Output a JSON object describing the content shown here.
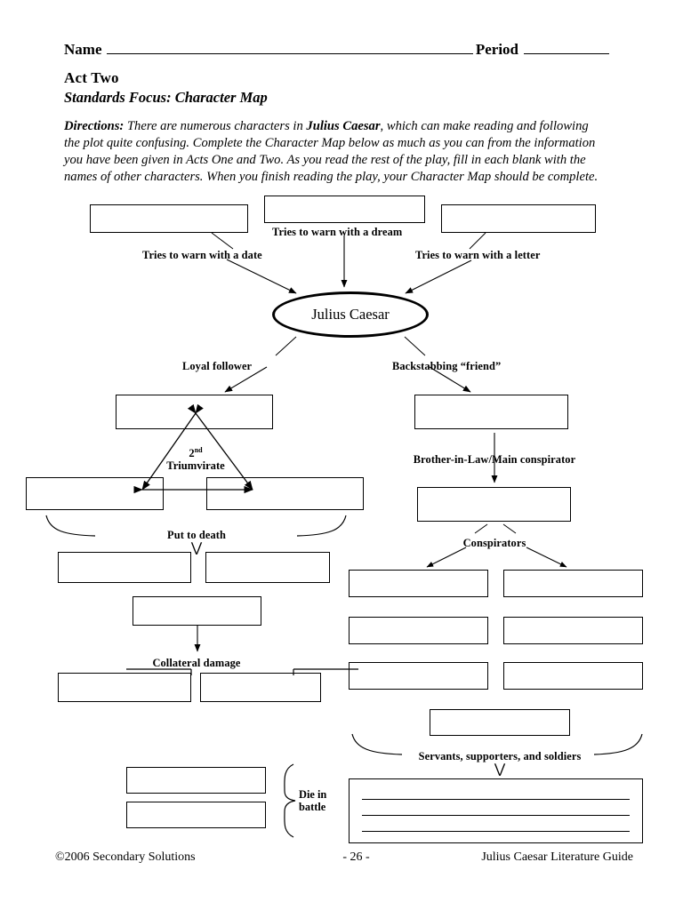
{
  "header": {
    "name_label": "Name",
    "period_label": "Period",
    "act_title": "Act Two",
    "standards_focus": "Standards Focus: Character Map",
    "directions": "Directions:  There are numerous characters in Julius Caesar, which can make reading and following the plot quite confusing.  Complete the Character Map below as much as you can from the information you have been given in Acts One and Two.  As you read the rest of the play, fill in each blank with the names of other characters.  When you finish reading the play, your Character Map should be complete.",
    "directions_lead": "Directions:",
    "directions_part1": "  There are numerous characters in ",
    "directions_bold": "Julius Caesar",
    "directions_part2": ", which can make reading and following the plot quite confusing.  Complete the Character Map below as much as you can from the information you have been given in Acts One and Two.  As you read the rest of the play, fill in each blank with the names of other characters.  When you finish reading the play, your Character Map should be complete."
  },
  "map": {
    "center_node": "Julius Caesar",
    "labels": {
      "warn_date": "Tries to warn with a date",
      "warn_dream": "Tries to warn with a dream",
      "warn_letter": "Tries to warn with a letter",
      "loyal_follower": "Loyal follower",
      "backstabbing_friend": "Backstabbing “friend”",
      "triumvirate_ordinal": "2",
      "triumvirate_suffix": "nd",
      "triumvirate_word": "Triumvirate",
      "put_to_death": "Put to death",
      "collateral_damage": "Collateral damage",
      "brother_in_law": "Brother-in-Law/Main conspirator",
      "conspirators": "Conspirators",
      "servants": "Servants, supporters, and soldiers",
      "die_in_battle_line1": "Die in",
      "die_in_battle_line2": "battle",
      "vee_glyph": "⋁"
    },
    "blank_boxes": [
      {
        "id": "top-left",
        "label": "blank-warned-by-date"
      },
      {
        "id": "top-middle",
        "label": "blank-warned-by-dream"
      },
      {
        "id": "top-right",
        "label": "blank-warned-by-letter"
      },
      {
        "id": "loyal-follower",
        "label": "blank-loyal-follower"
      },
      {
        "id": "triumvir-left",
        "label": "blank-triumvir-left"
      },
      {
        "id": "triumvir-right",
        "label": "blank-triumvir-right"
      },
      {
        "id": "death-left",
        "label": "blank-put-to-death-left"
      },
      {
        "id": "death-right",
        "label": "blank-put-to-death-right"
      },
      {
        "id": "collateral-source",
        "label": "blank-collateral-source"
      },
      {
        "id": "collateral-left",
        "label": "blank-collateral-left"
      },
      {
        "id": "collateral-right",
        "label": "blank-collateral-right"
      },
      {
        "id": "backstabber",
        "label": "blank-backstabber"
      },
      {
        "id": "main-conspirator",
        "label": "blank-main-conspirator"
      },
      {
        "id": "conspirator-1",
        "label": "blank-conspirator-1"
      },
      {
        "id": "conspirator-2",
        "label": "blank-conspirator-2"
      },
      {
        "id": "conspirator-3",
        "label": "blank-conspirator-3"
      },
      {
        "id": "conspirator-4",
        "label": "blank-conspirator-4"
      },
      {
        "id": "conspirator-5",
        "label": "blank-conspirator-5"
      },
      {
        "id": "conspirator-6",
        "label": "blank-conspirator-6"
      },
      {
        "id": "conspirator-7",
        "label": "blank-conspirator-7"
      },
      {
        "id": "die-battle-1",
        "label": "blank-die-in-battle-1"
      },
      {
        "id": "die-battle-2",
        "label": "blank-die-in-battle-2"
      },
      {
        "id": "servants-lines",
        "label": "blank-servants-supporters-soldiers"
      }
    ]
  },
  "footer": {
    "copyright": "©2006 Secondary Solutions",
    "page_number": "- 26 -",
    "guide_title": "Julius Caesar Literature Guide"
  }
}
